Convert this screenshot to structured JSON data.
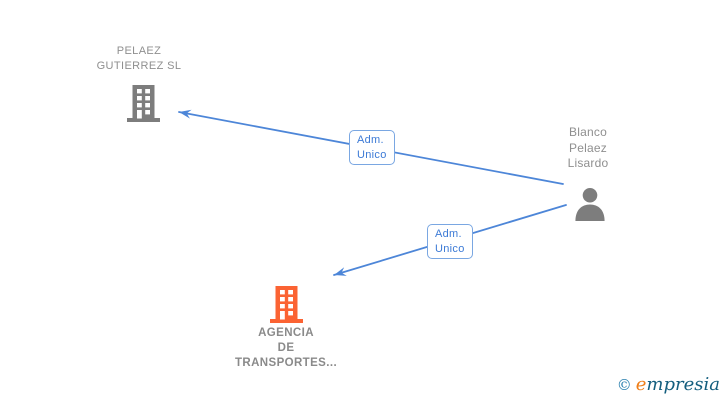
{
  "colors": {
    "edge": "#4d86d8",
    "box_border": "#7aa7e2",
    "edge_text": "#3c7ad6",
    "gray_icon": "#7d7d7d",
    "gray_text": "#8f8f8f",
    "gray_text_bold": "#8a8a8a",
    "orange": "#fb6333",
    "logo_teal": "#2a7fae",
    "logo_dark": "#145e7e",
    "logo_orange": "#ef7f1a"
  },
  "nodes": {
    "pelaez": {
      "label": "PELAEZ\nGUTIERREZ SL",
      "type": "company"
    },
    "blanco": {
      "label": "Blanco\nPelaez\nLisardo",
      "type": "person"
    },
    "agencia": {
      "label": "AGENCIA\nDE\nTRANSPORTES...",
      "type": "company"
    }
  },
  "edges": [
    {
      "label": "Adm.\nUnico",
      "from": "Blanco Pelaez Lisardo",
      "to": "PELAEZ GUTIERREZ SL"
    },
    {
      "label": "Adm.\nUnico",
      "from": "Blanco Pelaez Lisardo",
      "to": "AGENCIA DE TRANSPORTES..."
    }
  ],
  "logo": {
    "copyright": "©",
    "brand_initial": "e",
    "brand_rest": "mpresia"
  }
}
